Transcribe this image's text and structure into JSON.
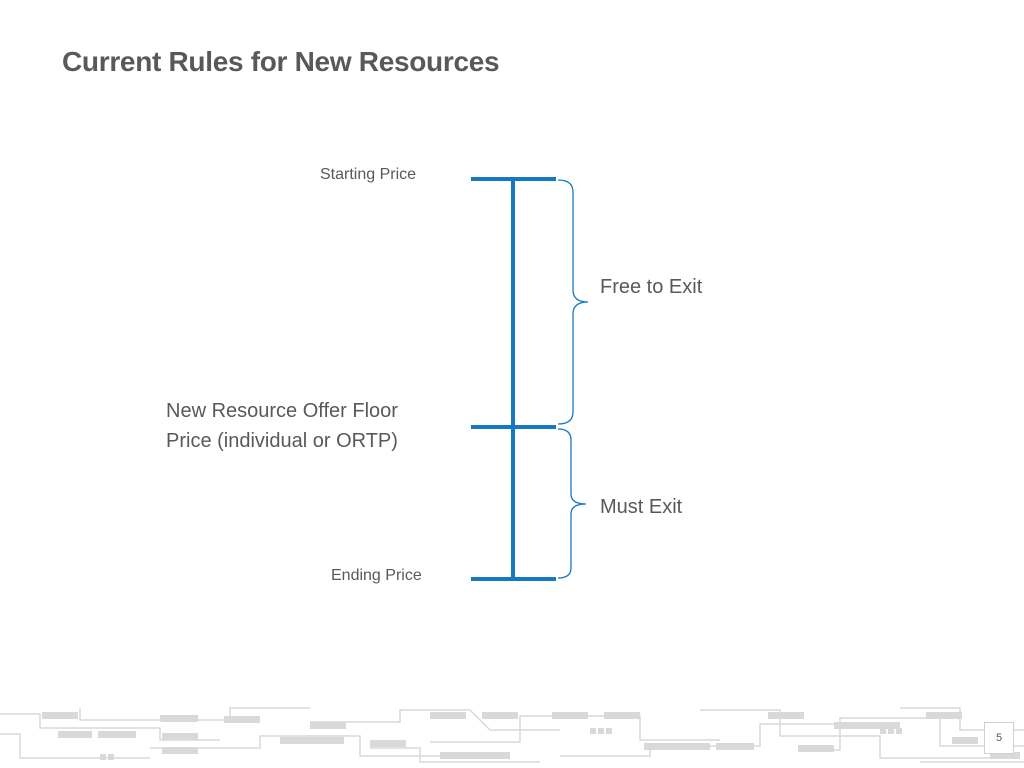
{
  "slide": {
    "title": "Current Rules for New Resources",
    "page_number": "5"
  },
  "diagram": {
    "levels": {
      "starting_price": "Starting Price",
      "floor_price_line1": "New Resource Offer Floor",
      "floor_price_line2": "Price (individual or ORTP)",
      "ending_price": "Ending Price"
    },
    "ranges": {
      "upper": "Free to Exit",
      "lower": "Must Exit"
    },
    "colors": {
      "line": "#1479c0",
      "brace": "#1479c0",
      "text": "#595959",
      "footer_pattern": "#d9d9d9"
    }
  }
}
